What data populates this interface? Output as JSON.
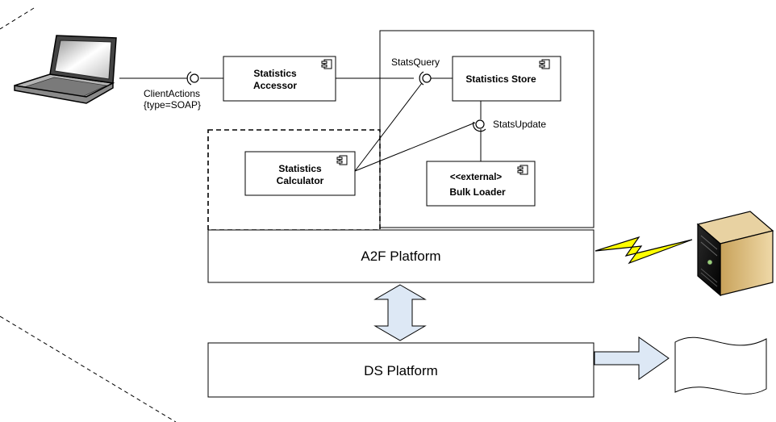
{
  "labels": {
    "client_actions_line1": "ClientActions",
    "client_actions_line2": "{type=SOAP}",
    "stats_query": "StatsQuery",
    "stats_update": "StatsUpdate"
  },
  "components": {
    "accessor": {
      "line1": "Statistics",
      "line2": "Accessor"
    },
    "store": {
      "line1": "Statistics Store"
    },
    "calculator": {
      "line1": "Statistics",
      "line2": "Calculator"
    },
    "bulk_loader": {
      "line1": "<<external>",
      "line2": "Bulk Loader"
    }
  },
  "platforms": {
    "a2f": "A2F Platform",
    "ds": "DS Platform"
  },
  "icons": {
    "laptop": "laptop-icon",
    "server": "server-icon",
    "lightning": "lightning-icon",
    "document": "wavy-document-icon",
    "component": "uml-component-icon"
  },
  "colors": {
    "arrow_fill": "#dde8f5",
    "lightning_fill": "#ffff00",
    "stroke": "#000000"
  }
}
